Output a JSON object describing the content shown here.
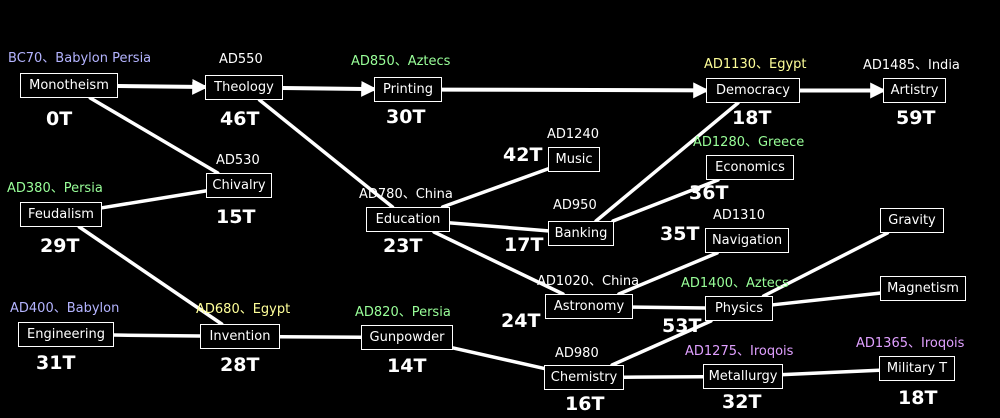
{
  "colors": {
    "white": "#ffffff",
    "blue": "#b4b4ff",
    "green": "#99ff99",
    "yellow": "#ffff99",
    "purple": "#e0a0ff"
  },
  "nodes": [
    {
      "id": "monotheism",
      "name": "Monotheism",
      "era": "BC70、Babylon Persia",
      "era_color": "blue",
      "turns": "0T"
    },
    {
      "id": "theology",
      "name": "Theology",
      "era": "AD550",
      "era_color": "white",
      "turns": "46T"
    },
    {
      "id": "printing",
      "name": "Printing",
      "era": "AD850、Aztecs",
      "era_color": "green",
      "turns": "30T"
    },
    {
      "id": "democracy",
      "name": "Democracy",
      "era": "AD1130、Egypt",
      "era_color": "yellow",
      "turns": "18T"
    },
    {
      "id": "artistry",
      "name": "Artistry",
      "era": "AD1485、India",
      "era_color": "white",
      "turns": "59T"
    },
    {
      "id": "chivalry",
      "name": "Chivalry",
      "era": "AD530",
      "era_color": "white",
      "turns": "15T"
    },
    {
      "id": "feudalism",
      "name": "Feudalism",
      "era": "AD380、Persia",
      "era_color": "green",
      "turns": "29T"
    },
    {
      "id": "education",
      "name": "Education",
      "era": "AD780、China",
      "era_color": "white",
      "turns": "23T"
    },
    {
      "id": "music",
      "name": "Music",
      "era": "AD1240",
      "era_color": "white",
      "turns": "42T"
    },
    {
      "id": "banking",
      "name": "Banking",
      "era": "AD950",
      "era_color": "white",
      "turns": "17T"
    },
    {
      "id": "economics",
      "name": "Economics",
      "era": "AD1280、Greece",
      "era_color": "green",
      "turns": "36T"
    },
    {
      "id": "navigation",
      "name": "Navigation",
      "era": "AD1310",
      "era_color": "white",
      "turns": "35T"
    },
    {
      "id": "gravity",
      "name": "Gravity",
      "era": "",
      "era_color": "white",
      "turns": ""
    },
    {
      "id": "engineering",
      "name": "Engineering",
      "era": "AD400、Babylon",
      "era_color": "blue",
      "turns": "31T"
    },
    {
      "id": "invention",
      "name": "Invention",
      "era": "AD680、Egypt",
      "era_color": "yellow",
      "turns": "28T"
    },
    {
      "id": "gunpowder",
      "name": "Gunpowder",
      "era": "AD820、Persia",
      "era_color": "green",
      "turns": "14T"
    },
    {
      "id": "astronomy",
      "name": "Astronomy",
      "era": "AD1020、China",
      "era_color": "white",
      "turns": "24T"
    },
    {
      "id": "physics",
      "name": "Physics",
      "era": "AD1400、Aztecs",
      "era_color": "green",
      "turns": "53T"
    },
    {
      "id": "magnetism",
      "name": "Magnetism",
      "era": "",
      "era_color": "white",
      "turns": ""
    },
    {
      "id": "chemistry",
      "name": "Chemistry",
      "era": "AD980",
      "era_color": "white",
      "turns": "16T"
    },
    {
      "id": "metallurgy",
      "name": "Metallurgy",
      "era": "AD1275、Iroqois",
      "era_color": "purple",
      "turns": "32T"
    },
    {
      "id": "military",
      "name": "Military T",
      "era": "AD1365、Iroqois",
      "era_color": "purple",
      "turns": "18T"
    }
  ],
  "edges": [
    {
      "from": "monotheism",
      "to": "theology",
      "arrow": true
    },
    {
      "from": "theology",
      "to": "printing",
      "arrow": true
    },
    {
      "from": "printing",
      "to": "democracy",
      "arrow": true
    },
    {
      "from": "democracy",
      "to": "artistry",
      "arrow": true
    },
    {
      "from": "monotheism",
      "to": "chivalry",
      "arrow": false
    },
    {
      "from": "feudalism",
      "to": "chivalry",
      "arrow": false
    },
    {
      "from": "theology",
      "to": "education",
      "arrow": false
    },
    {
      "from": "feudalism",
      "to": "invention",
      "arrow": false
    },
    {
      "from": "engineering",
      "to": "invention",
      "arrow": false
    },
    {
      "from": "invention",
      "to": "gunpowder",
      "arrow": false
    },
    {
      "from": "gunpowder",
      "to": "chemistry",
      "arrow": false
    },
    {
      "from": "education",
      "to": "music",
      "arrow": false
    },
    {
      "from": "education",
      "to": "banking",
      "arrow": false
    },
    {
      "from": "education",
      "to": "astronomy",
      "arrow": false
    },
    {
      "from": "banking",
      "to": "democracy",
      "arrow": false
    },
    {
      "from": "banking",
      "to": "economics",
      "arrow": false
    },
    {
      "from": "astronomy",
      "to": "navigation",
      "arrow": false
    },
    {
      "from": "astronomy",
      "to": "physics",
      "arrow": false
    },
    {
      "from": "physics",
      "to": "gravity",
      "arrow": false
    },
    {
      "from": "physics",
      "to": "magnetism",
      "arrow": false
    },
    {
      "from": "chemistry",
      "to": "physics",
      "arrow": false
    },
    {
      "from": "chemistry",
      "to": "metallurgy",
      "arrow": false
    },
    {
      "from": "metallurgy",
      "to": "military",
      "arrow": false
    }
  ]
}
